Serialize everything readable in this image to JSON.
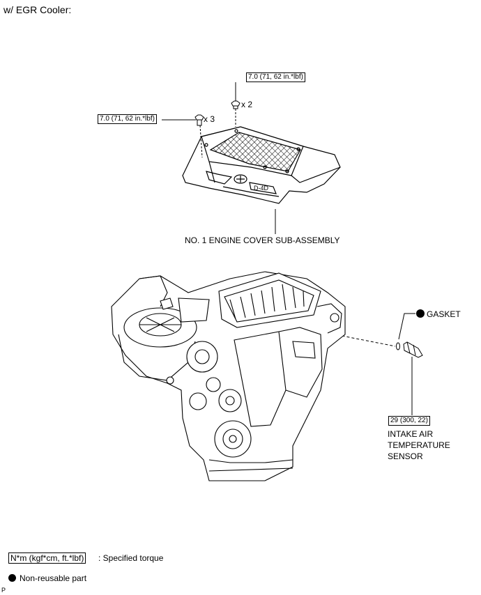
{
  "heading": "w/ EGR Cooler:",
  "cover": {
    "torque_top": "7.0 (71, 62 in.*lbf)",
    "torque_left": "7.0 (71, 62 in.*lbf)",
    "qty_top": "x 2",
    "qty_left": "x 3",
    "label": "NO. 1 ENGINE COVER SUB-ASSEMBLY"
  },
  "sensor": {
    "gasket_label": "GASKET",
    "torque": "29 (300, 22)",
    "label_lines": [
      "INTAKE AIR",
      "TEMPERATURE",
      "SENSOR"
    ]
  },
  "legend": {
    "torque_units": "N*m (kgf*cm, ft.*lbf)",
    "torque_meaning": ": Specified torque",
    "nonreusable": "Non-reusable part"
  },
  "corner_code": "P"
}
